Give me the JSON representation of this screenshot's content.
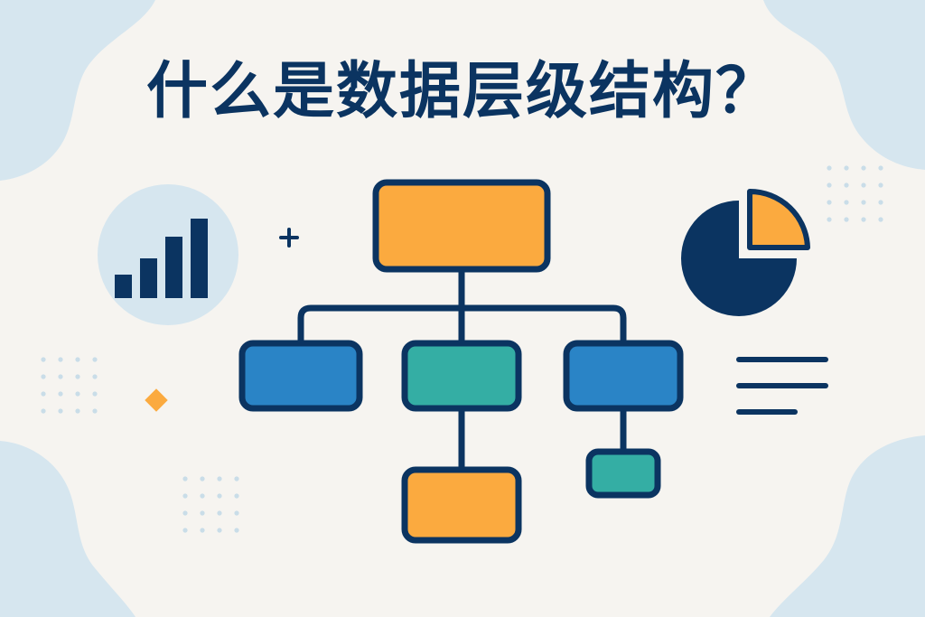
{
  "title": "什么是数据层级结构？",
  "colors": {
    "background": "#f6f4f0",
    "navy": "#0b3461",
    "orange": "#fbaa3f",
    "blue": "#2a84c6",
    "teal": "#34aea4",
    "blob": "#d6e6ef",
    "dot": "#c9dde8"
  },
  "icons": {
    "left": "bar-chart-icon",
    "right_top": "pie-chart-icon",
    "right_bottom": "text-lines-icon",
    "accent_plus": "plus-icon",
    "accent_diamond": "diamond-icon"
  },
  "hierarchy": {
    "root": {
      "color": "orange"
    },
    "level2": [
      {
        "color": "blue"
      },
      {
        "color": "teal"
      },
      {
        "color": "blue"
      }
    ],
    "level3": [
      {
        "parent": 1,
        "color": "orange"
      },
      {
        "parent": 2,
        "color": "teal"
      }
    ]
  }
}
